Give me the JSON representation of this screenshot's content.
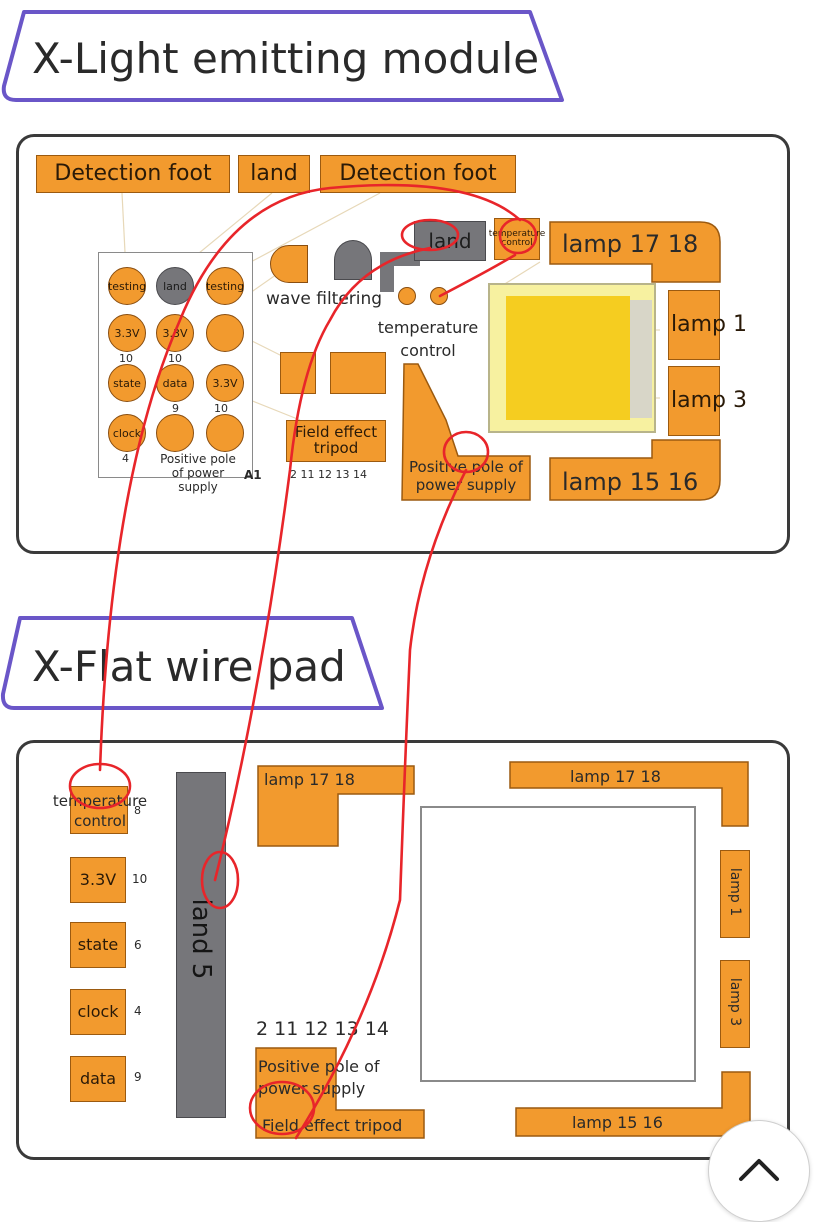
{
  "section1": {
    "title": "X-Light emitting module",
    "top_labels": [
      "Detection foot",
      "land",
      "Detection foot"
    ],
    "grid_pins": [
      {
        "label": "testing",
        "sub": ""
      },
      {
        "label": "land",
        "sub": ""
      },
      {
        "label": "testing",
        "sub": ""
      },
      {
        "label": "3.3V",
        "sub": "10"
      },
      {
        "label": "3.3V",
        "sub": "10"
      },
      {
        "label": "",
        "sub": ""
      },
      {
        "label": "state",
        "sub": ""
      },
      {
        "label": "data",
        "sub": "9"
      },
      {
        "label": "3.3V",
        "sub": "10"
      },
      {
        "label": "clock",
        "sub": "4"
      },
      {
        "label": "",
        "sub": ""
      },
      {
        "label": "",
        "sub": ""
      }
    ],
    "grid_caption": "Positive pole of power supply",
    "grid_caption_suffix": "A1",
    "wave_filtering": "wave filtering",
    "land_block": "land",
    "temp_small": "temperature control",
    "temp_control": "temperature control",
    "fet_label": "Field effect tripod",
    "fet_pins": "2  11  12  13  14",
    "pos_pole": "Positive pole of power supply",
    "lamp_top": "lamp  17  18",
    "lamp_right1": "lamp 1",
    "lamp_right3": "lamp 3",
    "lamp_bottom": "lamp  15  16"
  },
  "section2": {
    "title": "X-Flat wire pad",
    "temp_control": "temperature control",
    "temp_num": "8",
    "pads": [
      {
        "label": "3.3V",
        "num": "10"
      },
      {
        "label": "state",
        "num": "6"
      },
      {
        "label": "clock",
        "num": "4"
      },
      {
        "label": "data",
        "num": "9"
      }
    ],
    "land_bar": "land 5",
    "lamp_l_top": "lamp  17  18",
    "lamp_r_top": "lamp   17  18",
    "lamp_r1": "lamp 1",
    "lamp_r3": "lamp 3",
    "lamp_r_bottom": "lamp   15   16",
    "pin_numbers": "2  11  12  13  14",
    "pos_pole": "Positive pole of power supply",
    "fet_label": "Field effect tripod"
  },
  "colors": {
    "orange": "#f29a2e",
    "tab_border": "#6a56c8",
    "annotation_red": "#e8252a"
  },
  "icons": {
    "scroll_top": "chevron-up-icon"
  }
}
